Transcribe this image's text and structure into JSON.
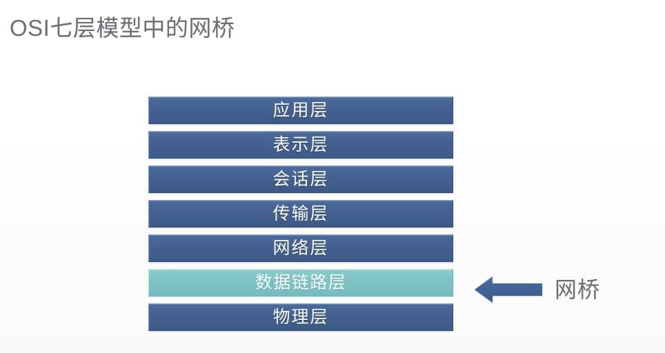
{
  "slide": {
    "title": "OSI七层模型中的网桥",
    "background_color": "#fdfdfd",
    "title_color": "#6f7073"
  },
  "osi_stack": {
    "blue_color": "#43608f",
    "highlight_color": "#7ec3c4",
    "label_color": "#ffffff",
    "layers": [
      {
        "label": "应用层",
        "highlighted": false
      },
      {
        "label": "表示层",
        "highlighted": false
      },
      {
        "label": "会话层",
        "highlighted": false
      },
      {
        "label": "传输层",
        "highlighted": false
      },
      {
        "label": "网络层",
        "highlighted": false
      },
      {
        "label": "数据链路层",
        "highlighted": true
      },
      {
        "label": "物理层",
        "highlighted": false
      }
    ]
  },
  "annotation": {
    "arrow_icon": "arrow-left-icon",
    "arrow_color": "#3f6295",
    "label": "网桥",
    "label_color": "#6f7073"
  }
}
